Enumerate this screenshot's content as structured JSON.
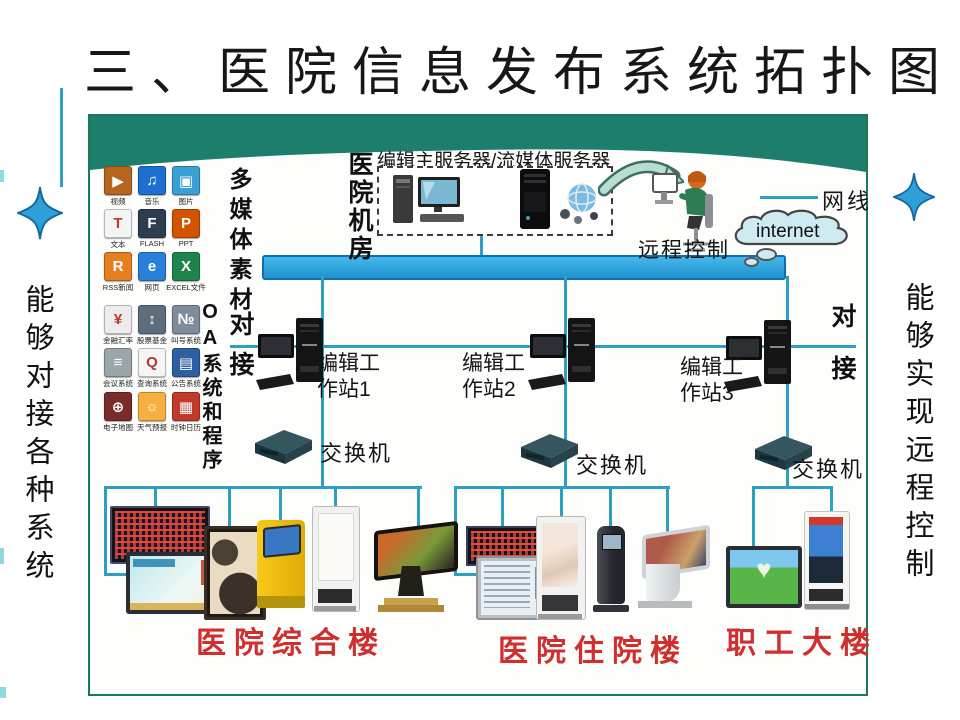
{
  "title": "三、医院信息发布系统拓扑图",
  "side_notes": {
    "left": "能够对接各种系统",
    "right": "能够实现远程控制"
  },
  "colors": {
    "title_color": "#171717",
    "panel_border": "#1c7a52",
    "band_green": "#1e7e6c",
    "line_teal": "#2ba0c2",
    "bus_blue": "#2fa7e0",
    "building_red": "#cf2f2f",
    "star_blue": "#2f9fd6"
  },
  "diagram": {
    "room": "医院机房",
    "server_box_label": "编辑主服务器/流媒体服务器",
    "remote_control": "远程控制",
    "cable_legend": "网线",
    "internet": "internet",
    "dock_left": "对接",
    "dock_right": "对接",
    "workstations": [
      {
        "label": "编辑工作站1"
      },
      {
        "label": "编辑工作站2"
      },
      {
        "label": "编辑工作站3"
      }
    ],
    "switches": [
      {
        "label": "交换机"
      },
      {
        "label": "交换机"
      },
      {
        "label": "交换机"
      }
    ],
    "buildings": [
      {
        "label": "医院综合楼",
        "devices": [
          "led-matrix-display",
          "lcd-info-screen",
          "poster-signage",
          "yellow-screen-kiosk",
          "floor-standing-signage",
          "touch-table-kiosk"
        ]
      },
      {
        "label": "医院住院楼",
        "devices": [
          "led-banner-display",
          "lcd-wall-screen",
          "floor-standing-signage",
          "queue-kiosk",
          "tilted-touch-kiosk"
        ]
      },
      {
        "label": "职工大楼",
        "devices": [
          "lcd-wall-screen",
          "floor-standing-signage"
        ]
      }
    ],
    "media_group": {
      "label": "多媒体素材",
      "items": [
        {
          "name": "video",
          "label": "视频",
          "glyph": "▶",
          "bg": "#b5651d"
        },
        {
          "name": "music",
          "label": "音乐",
          "glyph": "♫",
          "bg": "#1e6fd2"
        },
        {
          "name": "picture",
          "label": "图片",
          "glyph": "▣",
          "bg": "#3a9fd2"
        },
        {
          "name": "text",
          "label": "文本",
          "glyph": "T",
          "bg": "#f4f4f4",
          "fg": "#c0392b"
        },
        {
          "name": "flash",
          "label": "FLASH",
          "glyph": "F",
          "bg": "#2c3e50"
        },
        {
          "name": "ppt",
          "label": "PPT",
          "glyph": "P",
          "bg": "#d35400"
        },
        {
          "name": "rss-news",
          "label": "RSS新闻",
          "glyph": "R",
          "bg": "#e67e22"
        },
        {
          "name": "webpage",
          "label": "网页",
          "glyph": "e",
          "bg": "#2980d9"
        },
        {
          "name": "excel-file",
          "label": "EXCEL文件",
          "glyph": "X",
          "bg": "#1e8449"
        }
      ]
    },
    "oa_group": {
      "label": "OA系统和程序",
      "items": [
        {
          "name": "finance-rate",
          "label": "金融汇率",
          "glyph": "¥",
          "bg": "#ececec",
          "fg": "#c0392b"
        },
        {
          "name": "stock-fund",
          "label": "股票基金",
          "glyph": "↕",
          "bg": "#5d6d7e"
        },
        {
          "name": "queue-system",
          "label": "叫号系统",
          "glyph": "№",
          "bg": "#7f8c9b"
        },
        {
          "name": "meeting-system",
          "label": "会议系统",
          "glyph": "≡",
          "bg": "#9aa6a9"
        },
        {
          "name": "query-system",
          "label": "查询系统",
          "glyph": "Q",
          "bg": "#f5f5f5",
          "fg": "#b03a2e"
        },
        {
          "name": "notice-system",
          "label": "公告系统",
          "glyph": "▤",
          "bg": "#2e5fa3"
        },
        {
          "name": "e-map",
          "label": "电子地图",
          "glyph": "⊕",
          "bg": "#7a2c2c"
        },
        {
          "name": "weather",
          "label": "天气预报",
          "glyph": "☼",
          "bg": "#f5b041"
        },
        {
          "name": "clock-calendar",
          "label": "时钟日历",
          "glyph": "▦",
          "bg": "#c0392b"
        }
      ]
    }
  }
}
